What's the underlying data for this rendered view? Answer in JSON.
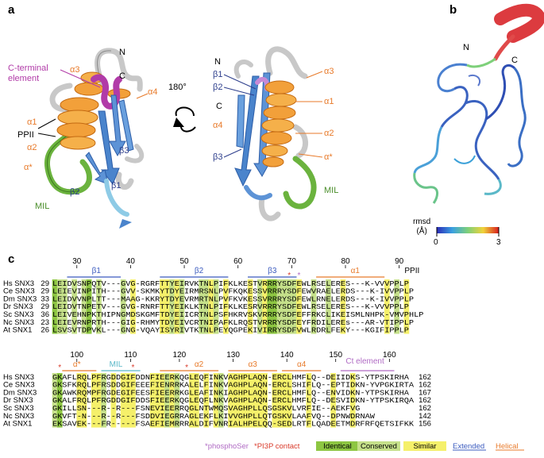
{
  "panels": {
    "a": "a",
    "b": "b",
    "c": "c"
  },
  "panel_a": {
    "left_labels": {
      "N": "N",
      "C": "C",
      "c_terminal": [
        "C-terminal",
        "element"
      ],
      "alpha3": "α3",
      "alpha4": "α4",
      "alpha1": "α1",
      "alpha2": "α2",
      "alpha_star": "α*",
      "ppii": "PPII",
      "beta3": "β3",
      "beta2": "β2",
      "beta1": "β1",
      "mil": "MIL"
    },
    "rotation": "180°",
    "right_labels": {
      "N": "N",
      "beta1": "β1",
      "beta2": "β2",
      "C": "C",
      "alpha4": "α4",
      "beta3": "β3",
      "alpha3": "α3",
      "alpha1": "α1",
      "alpha2": "α2",
      "alpha_star": "α*",
      "mil": "MIL"
    }
  },
  "panel_b": {
    "N": "N",
    "C": "C",
    "legend_label": [
      "rmsd",
      "(Å)"
    ],
    "min": "0",
    "max": "3"
  },
  "panel_c": {
    "block1": {
      "numbers": [
        "30",
        "40",
        "50",
        "60",
        "70",
        "80",
        "90"
      ],
      "ss": {
        "b1": "β1",
        "b2": "β2",
        "b3": "β3",
        "a1": "α1",
        "ppii": "PPII"
      },
      "rows": [
        {
          "name": "Hs SNX3",
          "start": "29",
          "seq": "LEIDVSNPQTV---GVG-RGRFTTYEIRVKTNLPIFKLKESTVRRRYSDFEWLRSELERES---K-VVVPPLP"
        },
        {
          "name": "Ce SNX3",
          "start": "29",
          "seq": "LEIEVINPITH---GVV-SKMKYTDYEIRMRSNLPVFKQKESSVRRRYSDFEWVRAELERDS---K-IVVPPLP"
        },
        {
          "name": "Dm SNX3",
          "start": "33",
          "seq": "LEIDVVNPLTT---MAAG-KKRYTDYEVRMRTNLPVFKVKESSVRRRYSDFEWLRNELERDS---K-IVVPPLP"
        },
        {
          "name": "Dr SNX3",
          "start": "29",
          "seq": "LEIDVTNPETV---GVG-RNRFTTYEIKLKTNLPIFKLKESRVRRRYSDFEWLRSELERES---K-VVVPPLP"
        },
        {
          "name": "Sc SNX3",
          "start": "36",
          "seq": "LEIVEHNPKTHIPNGMDSKGMFTDYEIICRTNLPSFHKRVSKVRRRYSDFEFFRKCLIKEISMLNHPK-VMVPHLP"
        },
        {
          "name": "Nc SNX3",
          "start": "23",
          "seq": "LEIEVRNPRTH---GIG-RHMYTDYEIVCRTNIPAFKLRQSTVRRRYSDFEYFRDILEREs---AR-VTIPPLP"
        },
        {
          "name": "At SNX1",
          "start": "26",
          "seq": "LSVSVTDPVKL---GNG-VQAYISYRIVTKTNLPEYQGPEKIVIRRYSDFVWLRDRLFEKY---KGIFIPPLP"
        }
      ]
    },
    "block2": {
      "numbers": [
        "100",
        "110",
        "120",
        "130",
        "140",
        "150",
        "160"
      ],
      "ss": {
        "alpha_star": "α*",
        "mil": "MIL",
        "a2": "α2",
        "a3": "α3",
        "a4": "α4",
        "ct": "Ct element"
      },
      "rows": [
        {
          "name": "Hs SNX3",
          "seq": "GKAFLRQLPFRGDDGIFDDNFIEERKQGLEQFINKVAGHPLAQN-ERCLHMFLQ--DEIIDKS-YTPSKIRHA",
          "end": "162"
        },
        {
          "name": "Ce SNX3",
          "seq": "GKSFKRQLPFRSDDGIFEEEFIENRRKALELFINKVAGHPLAQN-ERCLSHIFLQ--EPTIDKN-YVPGKIRTA",
          "end": "162"
        },
        {
          "name": "Dm SNX3",
          "seq": "GKAWKRQMPFRGDEGIFEESFIEERRKGLEAFINKIAGHPLAQN-ERCLHMFLQ--ENVIDKN-YTPSKIRHA",
          "end": "167"
        },
        {
          "name": "Dr SNX3",
          "seq": "GKALFRQLPFRGDDGIFDDSFIEERKQGLEQFLNKVAGHPLAQN-ERCLHMFLQ--DESVIDKN-YTPSKIRQA",
          "end": "162"
        },
        {
          "name": "Sc SNX3",
          "seq": "GKILLSN---R--R---FSNEVIEERRQGLNTWMQSVAGHPLLQSGSKVLVRFIE--AEKFVG",
          "end": "162"
        },
        {
          "name": "Nc SNX3",
          "seq": "GKVFT-N---R--R---FSDDVIEGRRAGLEKFLKIVVGHPLLQTGSKVLAAFVQ--DPNWDRNAW",
          "end": "142"
        },
        {
          "name": "At SNX1",
          "seq": "EKSAVEK---FR-----FSAEFIEMRRRALDIFVNRIALHPELQQ-SEDLRTFLQADEETMDRFRFQETSIFKK",
          "end": "156"
        }
      ]
    },
    "legend": {
      "phosphoser": "*phosphoSer",
      "pi3p": "*PI3P contact",
      "identical": "Identical",
      "conserved": "Conserved",
      "similar": "Similar",
      "extended": "Extended",
      "helical": "Helical",
      "colors": {
        "identical": "#8dc642",
        "conserved": "#c5e08a",
        "similar": "#f5f06a",
        "extended": "#3b5bbf",
        "helical": "#e87a2a",
        "phospho": "#b06bc4",
        "pi3p": "#d93a2a"
      }
    }
  }
}
